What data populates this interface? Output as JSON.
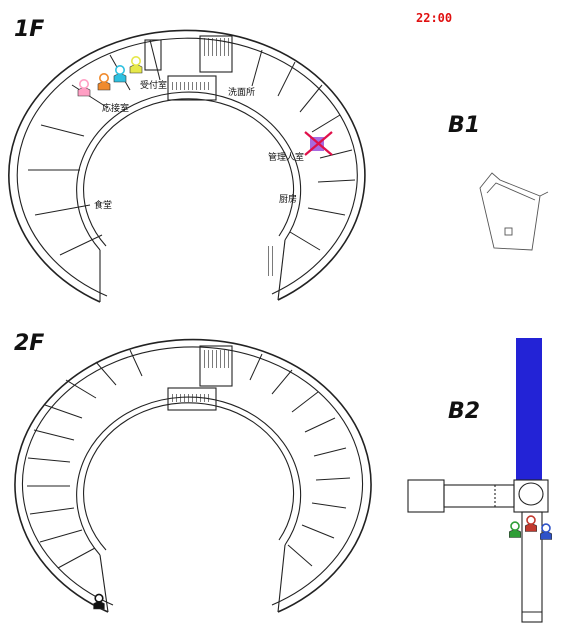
{
  "time": "22:00",
  "floors": {
    "f1": {
      "label": "1F"
    },
    "f2": {
      "label": "2F"
    },
    "b1": {
      "label": "B1"
    },
    "b2": {
      "label": "B2"
    }
  },
  "rooms_1f": {
    "reception": "受付室",
    "waiting": "応接室",
    "washroom": "洗面所",
    "manager": "管理人室",
    "dining": "食堂",
    "kitchen": "厨房"
  },
  "markers": {
    "waiting_people": [
      {
        "color": "#ff9fc4",
        "icon": "person-icon"
      },
      {
        "color": "#f08a2c",
        "icon": "person-icon"
      },
      {
        "color": "#2ec0e0",
        "icon": "person-icon"
      },
      {
        "color": "#e6e84a",
        "icon": "person-icon"
      }
    ],
    "manager_room_crossed": true,
    "cross_color": "#e0104a",
    "manager_fill": "#8a3ad6",
    "b2_people": [
      {
        "color": "#2e9e36",
        "icon": "person-icon"
      },
      {
        "color": "#c2392e",
        "icon": "person-icon"
      },
      {
        "color": "#2e52c8",
        "icon": "person-icon"
      }
    ],
    "f2_person": {
      "color": "#111111",
      "icon": "person-icon"
    },
    "b2_corridor_color": "#2323d6"
  }
}
